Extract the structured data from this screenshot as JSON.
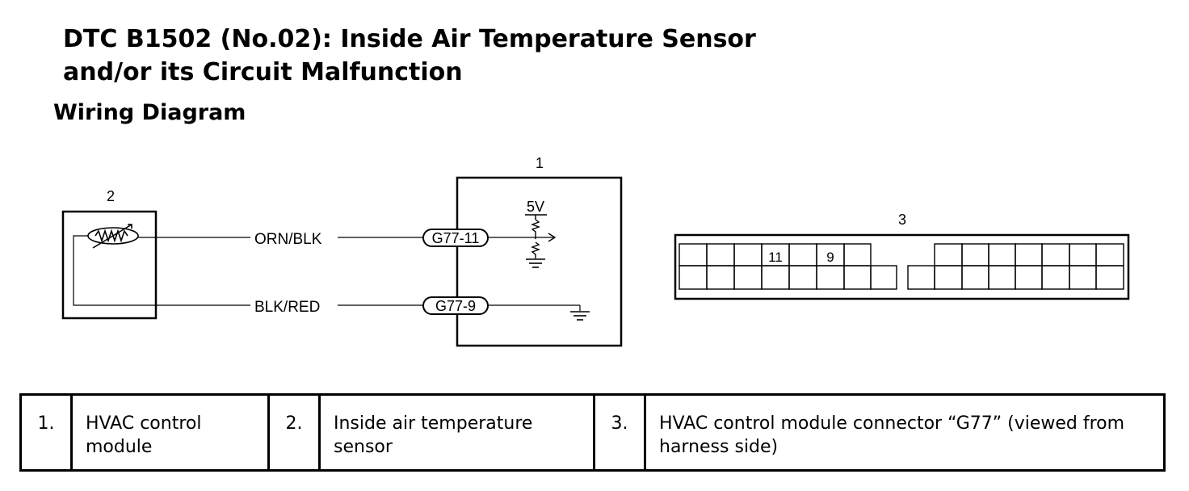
{
  "title": {
    "line1": "DTC B1502 (No.02): Inside Air Temperature Sensor",
    "line2": "and/or its Circuit Malfunction"
  },
  "subtitle": "Wiring Diagram",
  "diagram": {
    "module_callout": "1",
    "sensor_callout": "2",
    "connector_callout": "3",
    "voltage_label": "5V",
    "wire_top_color": "ORN/BLK",
    "wire_bottom_color": "BLK/RED",
    "terminal_top": "G77-11",
    "terminal_bottom": "G77-9",
    "connector_pin_a": "11",
    "connector_pin_b": "9"
  },
  "legend": [
    {
      "num": "1.",
      "text": "HVAC control module"
    },
    {
      "num": "2.",
      "text": "Inside air temperature sensor"
    },
    {
      "num": "3.",
      "text": "HVAC control module connector “G77” (viewed from harness side)"
    }
  ]
}
